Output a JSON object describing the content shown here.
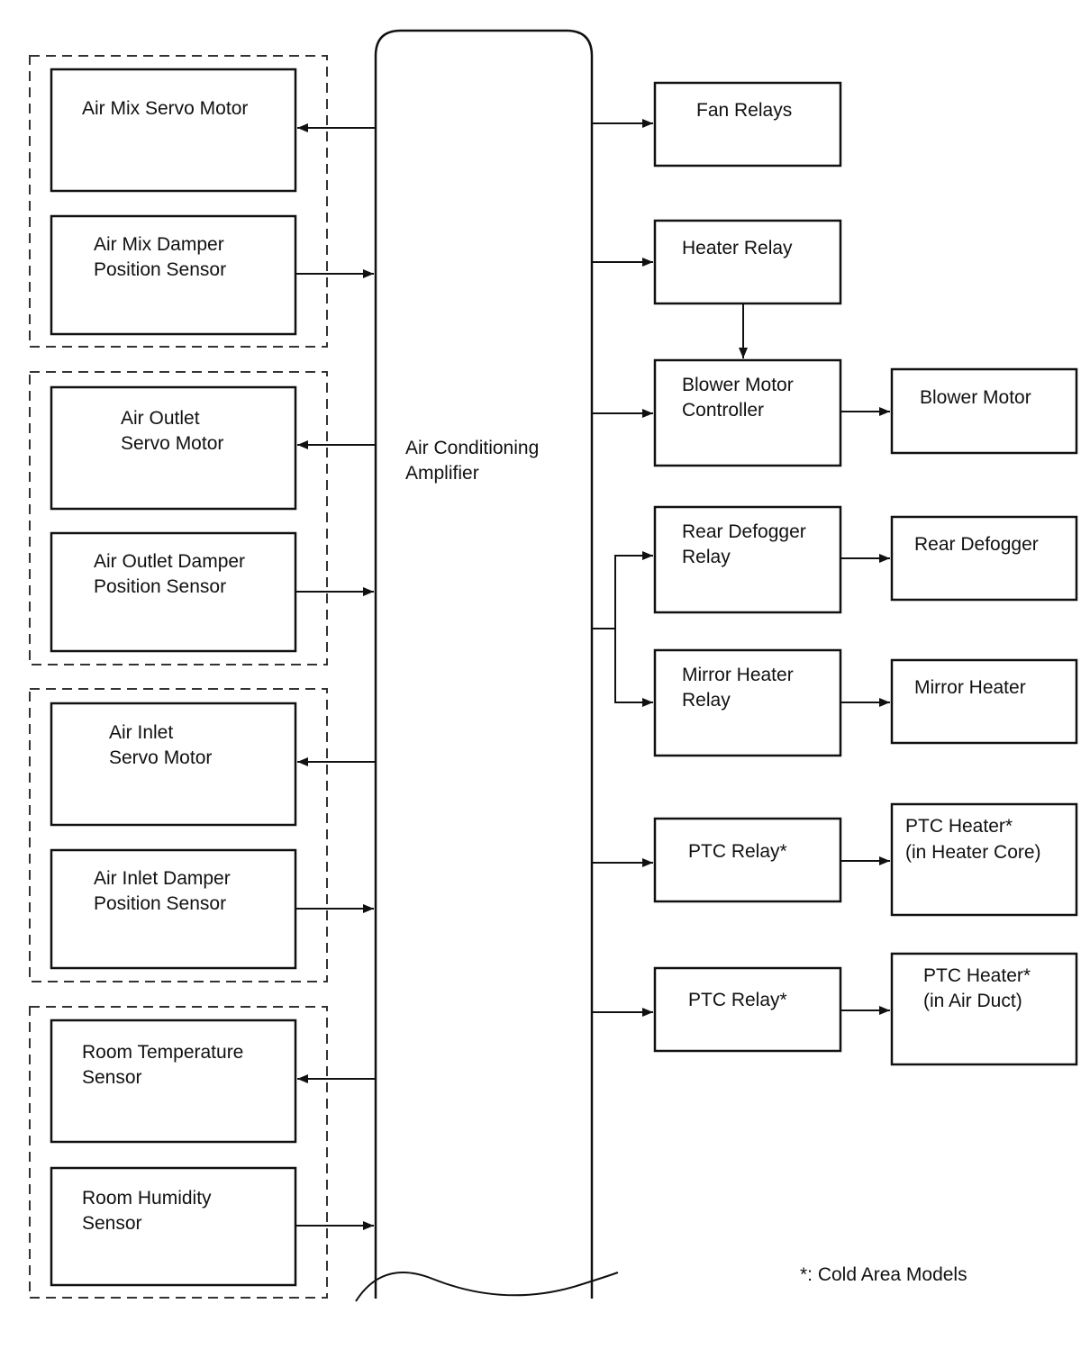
{
  "amplifier": [
    "Air Conditioning",
    "Amplifier"
  ],
  "left_boxes": [
    {
      "id": "air-mix-servo-motor",
      "lines": [
        "Air Mix Servo Motor"
      ],
      "dir": "in"
    },
    {
      "id": "air-mix-damper-position-sensor",
      "lines": [
        "Air Mix Damper",
        "Position Sensor"
      ],
      "dir": "out"
    },
    {
      "id": "air-outlet-servo-motor",
      "lines": [
        "Air Outlet",
        "Servo Motor"
      ],
      "dir": "in"
    },
    {
      "id": "air-outlet-damper-position-sensor",
      "lines": [
        "Air Outlet Damper",
        "Position Sensor"
      ],
      "dir": "out"
    },
    {
      "id": "air-inlet-servo-motor",
      "lines": [
        "Air Inlet",
        "Servo Motor"
      ],
      "dir": "in"
    },
    {
      "id": "air-inlet-damper-position-sensor",
      "lines": [
        "Air Inlet Damper",
        "Position Sensor"
      ],
      "dir": "out"
    },
    {
      "id": "room-temperature-sensor",
      "lines": [
        "Room Temperature",
        "Sensor"
      ],
      "dir": "in"
    },
    {
      "id": "room-humidity-sensor",
      "lines": [
        "Room Humidity",
        "Sensor"
      ],
      "dir": "out"
    }
  ],
  "right_boxes": [
    {
      "id": "fan-relays",
      "lines": [
        "Fan Relays"
      ]
    },
    {
      "id": "heater-relay",
      "lines": [
        "Heater Relay"
      ]
    },
    {
      "id": "blower-motor-controller",
      "lines": [
        "Blower Motor",
        "Controller"
      ]
    },
    {
      "id": "blower-motor",
      "lines": [
        "Blower Motor"
      ]
    },
    {
      "id": "rear-defogger-relay",
      "lines": [
        "Rear Defogger",
        "Relay"
      ]
    },
    {
      "id": "rear-defogger",
      "lines": [
        "Rear Defogger"
      ]
    },
    {
      "id": "mirror-heater-relay",
      "lines": [
        "Mirror Heater",
        "Relay"
      ]
    },
    {
      "id": "mirror-heater",
      "lines": [
        "Mirror Heater"
      ]
    },
    {
      "id": "ptc-relay-1",
      "lines": [
        "PTC Relay*"
      ]
    },
    {
      "id": "ptc-heater-heater-core",
      "lines": [
        "PTC Heater*",
        "(in Heater Core)"
      ]
    },
    {
      "id": "ptc-relay-2",
      "lines": [
        "PTC Relay*"
      ]
    },
    {
      "id": "ptc-heater-air-duct",
      "lines": [
        "PTC Heater*",
        "(in Air Duct)"
      ]
    }
  ],
  "footnote": "*: Cold Area Models"
}
